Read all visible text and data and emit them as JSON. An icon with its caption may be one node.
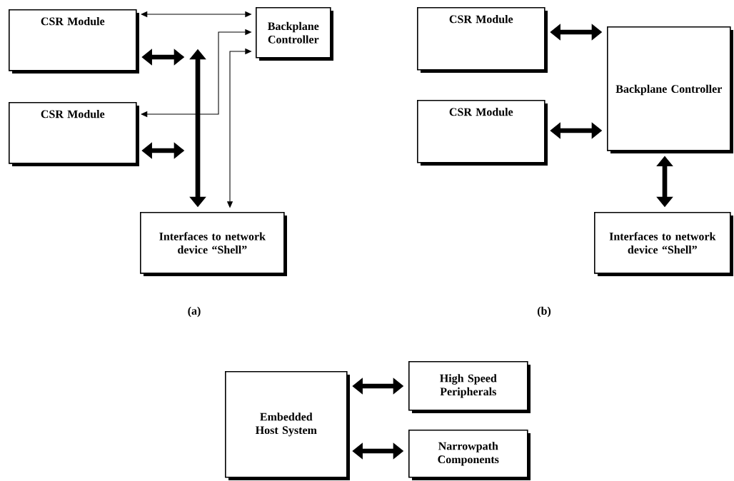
{
  "diagram": {
    "nodes": [
      {
        "text": [
          "CSR Module"
        ]
      },
      {
        "text": [
          "Backplane Controller"
        ]
      },
      {
        "text": [
          "CSR Module"
        ]
      },
      {
        "text": [
          "Interfaces to network device “Shell”"
        ]
      },
      {
        "text": [
          "CSR Module"
        ]
      },
      {
        "text": [
          "Backplane Controller"
        ]
      },
      {
        "text": [
          "CSR Module"
        ]
      },
      {
        "text": [
          "Interfaces to network device “Shell”"
        ]
      },
      {
        "text": [
          "Embedded Host System"
        ]
      },
      {
        "text": [
          "High Speed Peripherals"
        ]
      },
      {
        "text": [
          "Narrowpath Components"
        ]
      }
    ],
    "edges": [
      {
        "from": 0,
        "to": 1,
        "arrow": "both"
      },
      {
        "from": 0,
        "to": null,
        "arrow": "both"
      },
      {
        "from": 2,
        "to": null,
        "arrow": "both"
      },
      {
        "from": null,
        "to": 3,
        "arrow": "both"
      },
      {
        "from": 2,
        "to": 1,
        "arrow": "both"
      },
      {
        "from": 3,
        "to": 1,
        "arrow": "both"
      },
      {
        "from": 4,
        "to": 5,
        "arrow": "both"
      },
      {
        "from": 6,
        "to": 5,
        "arrow": "both"
      },
      {
        "from": 5,
        "to": 7,
        "arrow": "both"
      },
      {
        "from": 8,
        "to": 9,
        "arrow": "both"
      },
      {
        "from": 8,
        "to": 10,
        "arrow": "both"
      }
    ],
    "labels": [
      "(a)",
      "(b)"
    ]
  }
}
